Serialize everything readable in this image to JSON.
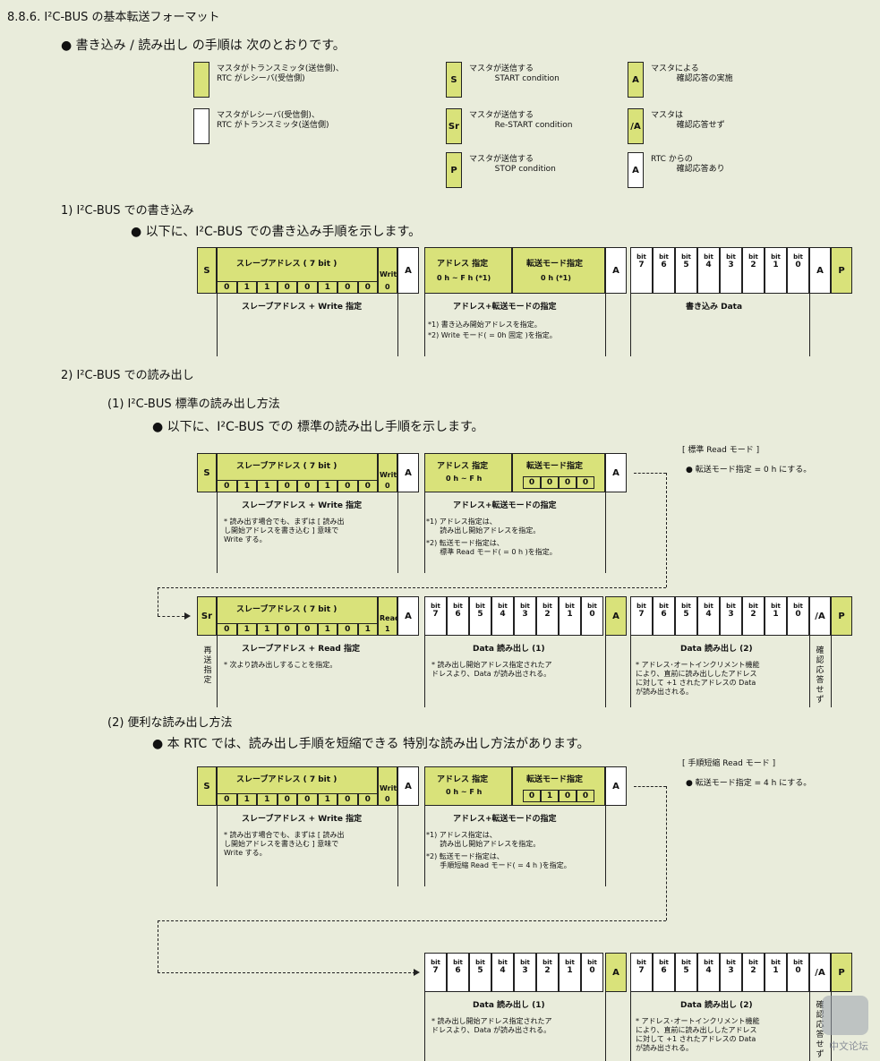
{
  "heading": "8.8.6. I²C-BUS の基本転送フォーマット",
  "intro": "書き込み / 読み出し の手順は 次のとおりです。",
  "legend": {
    "master_tx": "マスタがトランスミッタ(送信側)、\nRTC がレシーバ(受信側)",
    "master_rx": "マスタがレシーバ(受信側)、\nRTC がトランスミッタ(送信側)",
    "s": {
      "sym": "S",
      "text": "マスタが送信する\n          START condition"
    },
    "sr": {
      "sym": "Sr",
      "text": "マスタが送信する\n          Re-START condition"
    },
    "p": {
      "sym": "P",
      "text": "マスタが送信する\n          STOP condition"
    },
    "a": {
      "sym": "A",
      "text": "マスタによる\n          確認応答の実施"
    },
    "na": {
      "sym": "/A",
      "text": "マスタは\n          確認応答せず"
    },
    "ra": {
      "sym": "A",
      "text": "RTC からの\n          確認応答あり"
    }
  },
  "sec1": {
    "title": "1) I²C-BUS での書き込み",
    "bullet": "以下に、I²C-BUS での書き込み手順を示します。"
  },
  "sec2": {
    "title": "2) I²C-BUS での読み出し"
  },
  "sec21": {
    "title": "(1) I²C-BUS 標準の読み出し方法",
    "bullet": "以下に、I²C-BUS での 標準の読み出し手順を示します。",
    "mode": "[ 標準 Read モード ]",
    "mode_note": "転送モード指定 = 0 h にする。"
  },
  "sec22": {
    "title": "(2) 便利な読み出し方法",
    "bullet": "本 RTC では、読み出し手順を短縮できる 特別な読み出し方法があります。",
    "mode": "[ 手順短縮 Read モード ]",
    "mode_note": "転送モード指定 = 4 h にする。"
  },
  "labels": {
    "S": "S",
    "Sr": "Sr",
    "A": "A",
    "P": "P",
    "NA": "/A",
    "slave": "スレーブアドレス ( 7 bit )",
    "write": "Write",
    "read": "Read",
    "addr": "アドレス 指定",
    "trmode": "転送モード指定",
    "addr_range1": "0 h ~ F h   (*1)",
    "mode_w": "0 h   (*1)",
    "addr_range": "0 h ~ F h",
    "bit": "bit",
    "slave_write_desc": "スレーブアドレス + Write 指定",
    "slave_read_desc": "スレーブアドレス + Read 指定",
    "addr_mode_desc": "アドレス+転送モードの指定",
    "write_data": "書き込み Data",
    "w_note1": "*1) 書き込み開始アドレスを指定。",
    "w_note2": "*2) Write モード( = 0h 固定 )を指定。",
    "read_note": "* 読み出す場合でも、まずは [ 読み出\nし開始アドレスを書き込む ] 意味で\nWrite する。",
    "r_note1": "*1) アドレス指定は、\n      読み出し開始アドレスを指定。",
    "r_note2_std": "*2) 転送モード指定は、\n      標準 Read モード( = 0 h )を指定。",
    "r_note2_short": "*2) 転送モード指定は、\n      手順短縮 Read モード( = 4 h )を指定。",
    "resend": "再送指定",
    "resend_note": "* 次より読み出しすることを指定。",
    "data1": "Data 読み出し (1)",
    "data1_note": "* 読み出し開始アドレス指定されたア\nドレスより、Data が読み出される。",
    "data2": "Data 読み出し (2)",
    "data2_note": "* アドレス･オートインクリメント機能\nにより、直前に読み出ししたアドレス\nに対して +1 されたアドレスの Data\nが読み出される。",
    "noack": "確認応答せず"
  },
  "bits_slave_w": [
    "0",
    "1",
    "1",
    "0",
    "0",
    "1",
    "0",
    "0"
  ],
  "bits_slave_r": [
    "0",
    "1",
    "1",
    "0",
    "0",
    "1",
    "0",
    "1"
  ],
  "bits_mode_std": [
    "0",
    "0",
    "0",
    "0"
  ],
  "bits_mode_short": [
    "0",
    "1",
    "0",
    "0"
  ],
  "data_bits": [
    "7",
    "6",
    "5",
    "4",
    "3",
    "2",
    "1",
    "0"
  ],
  "watermark": "中文论坛"
}
